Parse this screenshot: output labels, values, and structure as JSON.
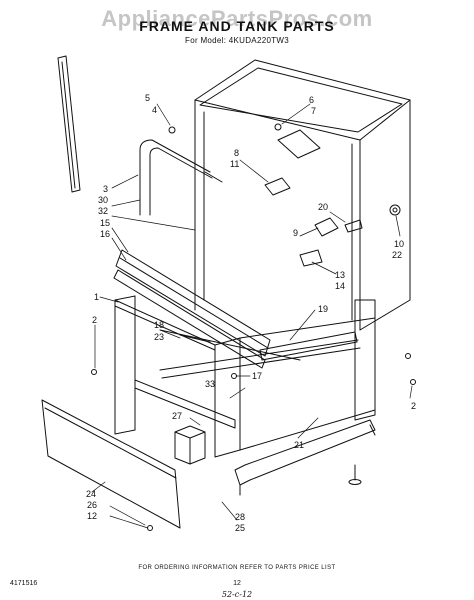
{
  "header": {
    "watermark": "AppliancePartsPros.com",
    "title": "FRAME AND TANK PARTS",
    "subtitle": "For Model: 4KUDA220TW3"
  },
  "footer": {
    "ordering_note": "FOR ORDERING INFORMATION REFER TO PARTS PRICE LIST",
    "doc_number": "4171516",
    "page_number": "12",
    "handwritten": "52-c-12"
  },
  "callouts": {
    "n1": "1",
    "n2a": "2",
    "n2b": "2",
    "n3": "3",
    "n4": "4",
    "n5": "5",
    "n6": "6",
    "n7": "7",
    "n8": "8",
    "n9": "9",
    "n10": "10",
    "n11": "11",
    "n12": "12",
    "n13": "13",
    "n14": "14",
    "n15": "15",
    "n16": "16",
    "n17": "17",
    "n18": "18",
    "n19": "19",
    "n20": "20",
    "n21": "21",
    "n22": "22",
    "n23": "23",
    "n24": "24",
    "n25": "25",
    "n26": "26",
    "n27": "27",
    "n28": "28",
    "n30": "30",
    "n32": "32",
    "n33": "33"
  }
}
